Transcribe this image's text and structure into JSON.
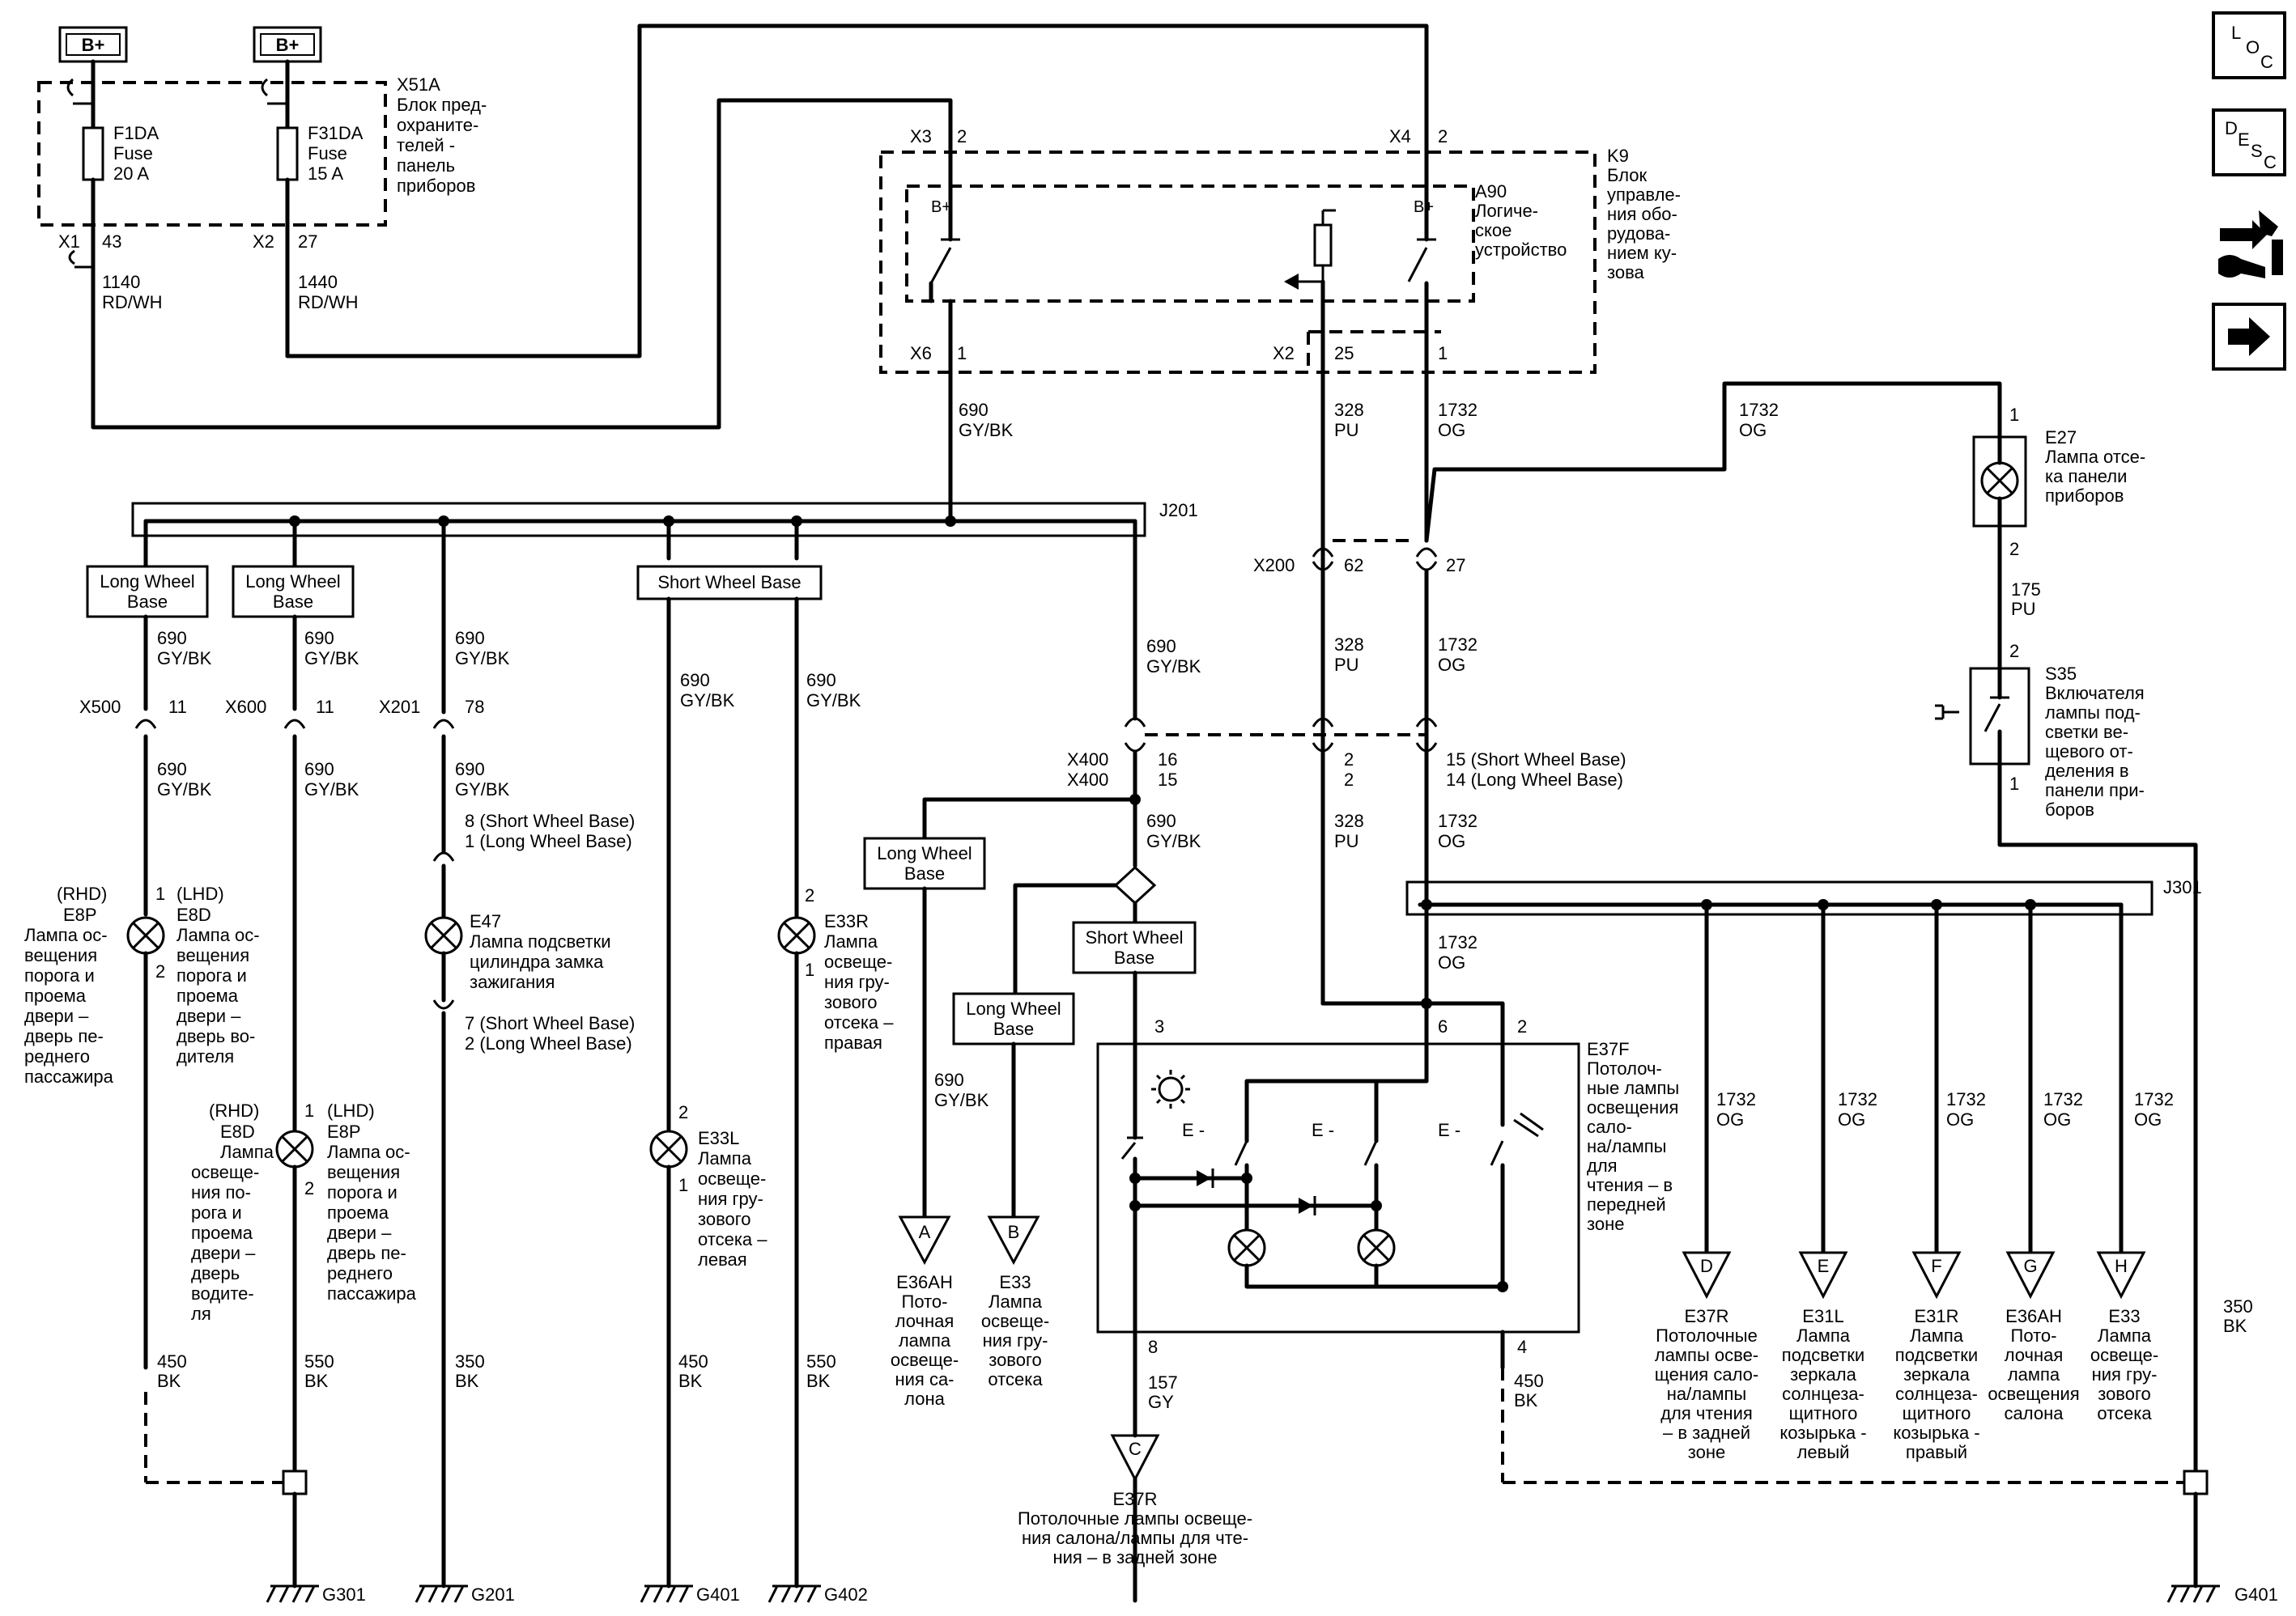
{
  "power": {
    "b_plus_1": "B+",
    "b_plus_2": "B+"
  },
  "fuse_block": {
    "id": "X51A",
    "name_lines": [
      "Блок пред-",
      "охраните-",
      "телей -",
      "панель",
      "приборов"
    ],
    "f1": [
      "F1DA",
      "Fuse",
      "20 A"
    ],
    "f31": [
      "F31DA",
      "Fuse",
      "15 A"
    ],
    "x1": "X1",
    "x1_pin": "43",
    "x2": "X2",
    "x2_pin": "27"
  },
  "wire_1140": [
    "1140",
    "RD/WH"
  ],
  "wire_1440": [
    "1440",
    "RD/WH"
  ],
  "k9": {
    "id": "K9",
    "name_lines": [
      "Блок",
      "управле-",
      "ния обо-",
      "рудова-",
      "нием ку-",
      "зова"
    ],
    "a90": "A90",
    "a90_lines": [
      "Логиче-",
      "ское",
      "устройство"
    ],
    "b_plus_a": "B+",
    "b_plus_b": "B+",
    "x3": "X3",
    "x3_pin": "2",
    "x4": "X4",
    "x4_pin": "2",
    "x6": "X6",
    "x6_pin": "1",
    "x2": "X2",
    "x2_pin_25": "25",
    "x2_pin_1": "1"
  },
  "wire_690": [
    "690",
    "GY/BK"
  ],
  "wire_328": [
    "328",
    "PU"
  ],
  "wire_1732": [
    "1732",
    "OG"
  ],
  "splices": {
    "j201": "J201",
    "j301": "J301"
  },
  "inline": {
    "x200": "X200",
    "x200_62": "62",
    "x200_27": "27"
  },
  "wheelbase": {
    "long": [
      "Long Wheel",
      "Base"
    ],
    "short_one": "Short Wheel Base",
    "short": [
      "Short Wheel",
      "Base"
    ]
  },
  "conn": {
    "x500": "X500",
    "x500_pin": "11",
    "x600": "X600",
    "x600_pin": "11",
    "x201": "X201",
    "x201_pin": "78",
    "x400a": "X400",
    "x400b": "X400",
    "x400_16": "16",
    "x400_15": "15",
    "x400_2a": "2",
    "x400_2b": "2",
    "x400_sw": "15 (Short Wheel Base)",
    "x400_lw": "14 (Long Wheel Base)",
    "e47_8": "8 (Short Wheel Base)",
    "e47_1": "1 (Long Wheel Base)",
    "e47_7": "7 (Short Wheel Base)",
    "e47_2": "2 (Long Wheel Base)"
  },
  "e8p_top": {
    "rhd": "(RHD)",
    "id": "E8P",
    "lines": [
      "Лампа ос-",
      "вещения",
      "порога и",
      "проема",
      "двери –",
      "дверь пе-",
      "реднего",
      "пассажира"
    ]
  },
  "e8d_top": {
    "lhd": "(LHD)",
    "id": "E8D",
    "lines": [
      "Лампа ос-",
      "вещения",
      "порога и",
      "проема",
      "двери –",
      "дверь во-",
      "дителя"
    ]
  },
  "e8d_bot": {
    "rhd": "(RHD)",
    "id": "E8D",
    "lines": [
      "Лампа",
      "освеще-",
      "ния по-",
      "рога и",
      "проема",
      "двери –",
      "дверь",
      "водите-",
      "ля"
    ]
  },
  "e8p_bot": {
    "lhd": "(LHD)",
    "id": "E8P",
    "lines": [
      "Лампа ос-",
      "вещения",
      "порога и",
      "проема",
      "двери –",
      "дверь пе-",
      "реднего",
      "пассажира"
    ]
  },
  "e47": {
    "id": "E47",
    "lines": [
      "Лампа подсветки",
      "цилиндра замка",
      "зажигания"
    ]
  },
  "e33r": {
    "id": "E33R",
    "lines": [
      "Лампа",
      "освеще-",
      "ния гру-",
      "зового",
      "отсека –",
      "правая"
    ]
  },
  "e33l": {
    "id": "E33L",
    "lines": [
      "Лампа",
      "освеще-",
      "ния гру-",
      "зового",
      "отсека –",
      "левая"
    ]
  },
  "e27": {
    "id": "E27",
    "lines": [
      "Лампа отсе-",
      "ка панели",
      "приборов"
    ],
    "pin1": "1",
    "pin2": "2"
  },
  "wire_175": [
    "175",
    "PU"
  ],
  "s35": {
    "id": "S35",
    "lines": [
      "Включателя",
      "лампы под-",
      "светки ве-",
      "щевого от-",
      "деления в",
      "панели при-",
      "боров"
    ],
    "pin2": "2",
    "pin1": "1"
  },
  "e37f": {
    "id": "E37F",
    "lines": [
      "Потолоч-",
      "ные лампы",
      "освещения",
      "сало-",
      "на/лампы",
      "для",
      "чтения – в",
      "передней",
      "зоне"
    ],
    "p3": "3",
    "p6": "6",
    "p2": "2",
    "p8": "8",
    "p4": "4"
  },
  "wire_157": [
    "157",
    "GY"
  ],
  "grounds_wires": {
    "w450": [
      "450",
      "BK"
    ],
    "w550": [
      "550",
      "BK"
    ],
    "w350": [
      "350",
      "BK"
    ]
  },
  "grounds": {
    "g301": "G301",
    "g201": "G201",
    "g401a": "G401",
    "g402": "G402",
    "g401b": "G401"
  },
  "pins": {
    "p1": "1",
    "p2": "2"
  },
  "refs": {
    "A": {
      "letter": "A",
      "id": "E36AH",
      "lines": [
        "Пото-",
        "лочная",
        "лампа",
        "освеще-",
        "ния са-",
        "лона"
      ]
    },
    "B": {
      "letter": "B",
      "id": "E33",
      "lines": [
        "Лампа",
        "освеще-",
        "ния гру-",
        "зового",
        "отсека"
      ]
    },
    "C": {
      "letter": "C",
      "id": "E37R",
      "lines": [
        "Потолочные лампы освеще-",
        "ния салона/лампы для чте-",
        "ния – в задней зоне"
      ]
    },
    "D": {
      "letter": "D",
      "id": "E37R",
      "lines": [
        "Потолочные",
        "лампы осве-",
        "щения сало-",
        "на/лампы",
        "для чтения",
        "– в задней",
        "зоне"
      ]
    },
    "E": {
      "letter": "E",
      "id": "E31L",
      "lines": [
        "Лампа",
        "подсветки",
        "зеркала",
        "солнцеза-",
        "щитного",
        "козырька -",
        "левый"
      ]
    },
    "F": {
      "letter": "F",
      "id": "E31R",
      "lines": [
        "Лампа",
        "подсветки",
        "зеркала",
        "солнцеза-",
        "щитного",
        "козырька -",
        "правый"
      ]
    },
    "G": {
      "letter": "G",
      "id": "E36AH",
      "lines": [
        "Пото-",
        "лочная",
        "лампа",
        "освещения",
        "салона"
      ]
    },
    "H": {
      "letter": "H",
      "id": "E33",
      "lines": [
        "Лампа",
        "освеще-",
        "ния гру-",
        "зового",
        "отсека"
      ]
    }
  },
  "sidebar": {
    "loc": [
      "L",
      "O",
      "C"
    ],
    "desc": [
      "D",
      "E",
      "S",
      "C"
    ],
    "wire_icon": "wiring-connector-icon",
    "arrow_icon": "arrow-right-icon"
  }
}
